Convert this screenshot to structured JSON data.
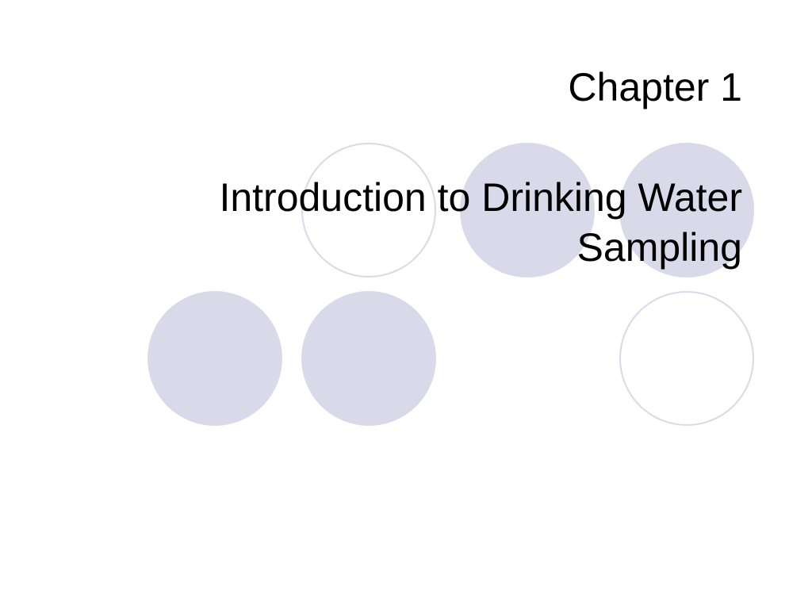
{
  "slide": {
    "title": "Chapter 1",
    "subtitle": "Introduction to Drinking Water Sampling"
  },
  "colors": {
    "circle_fill": "#d9d9ea",
    "circle_outline": "#d9d9ea",
    "text": "#000000",
    "background": "#ffffff"
  },
  "decorations": {
    "circles": [
      {
        "row": 1,
        "col": 2,
        "style": "outline"
      },
      {
        "row": 1,
        "col": 3,
        "style": "filled"
      },
      {
        "row": 1,
        "col": 4,
        "style": "filled"
      },
      {
        "row": 2,
        "col": 1,
        "style": "filled"
      },
      {
        "row": 2,
        "col": 2,
        "style": "filled"
      },
      {
        "row": 2,
        "col": 4,
        "style": "outline"
      }
    ]
  }
}
